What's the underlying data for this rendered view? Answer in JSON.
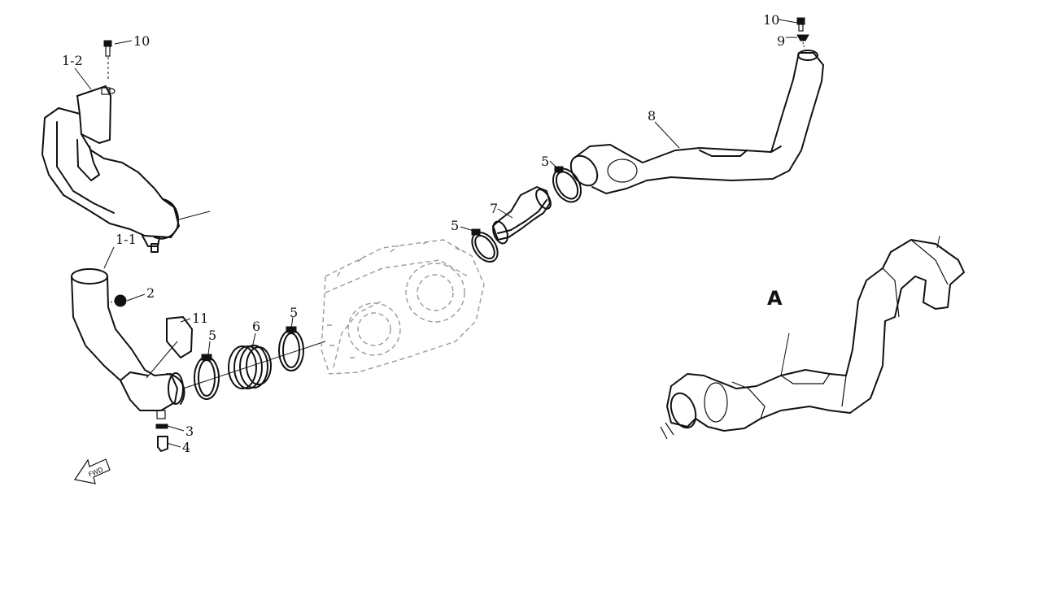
{
  "callouts": {
    "c10_left": "10",
    "c1_2": "1-2",
    "c1_1": "1-1",
    "c2": "2",
    "c11": "11",
    "c5_a": "5",
    "c6": "6",
    "c5_b": "5",
    "c3": "3",
    "c4": "4",
    "c5_c": "5",
    "c7": "7",
    "c5_d": "5",
    "c8": "8",
    "c10_right": "10",
    "c9": "9"
  },
  "view_label": "A",
  "forward_arrow": {
    "text": "FWD",
    "icon": "forward-arrow-icon"
  }
}
